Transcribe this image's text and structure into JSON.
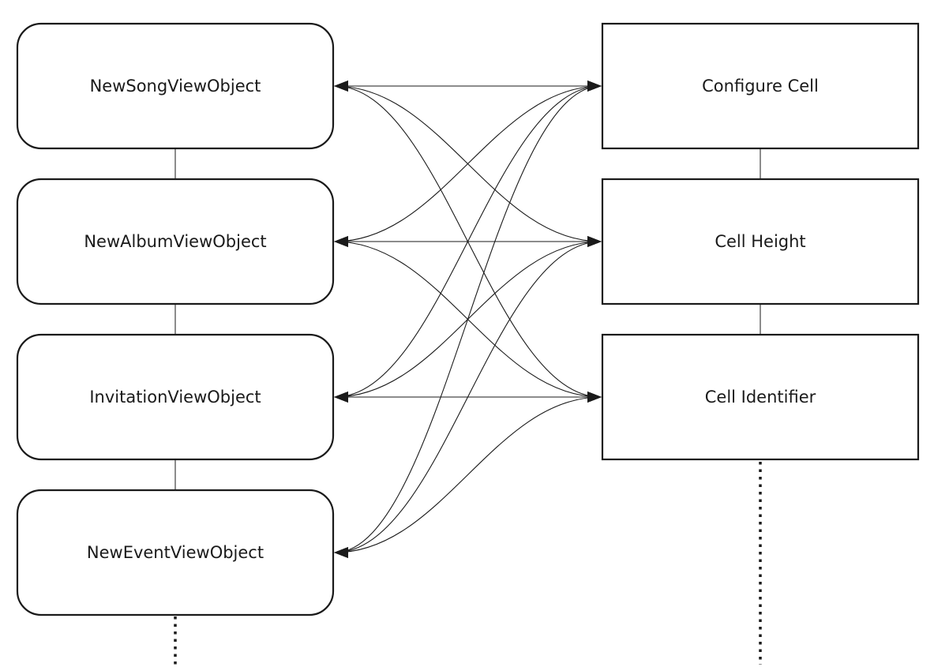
{
  "view_objects": [
    {
      "id": "new-song",
      "label": "NewSongViewObject"
    },
    {
      "id": "new-album",
      "label": "NewAlbumViewObject"
    },
    {
      "id": "invitation",
      "label": "InvitationViewObject"
    },
    {
      "id": "new-event",
      "label": "NewEventViewObject"
    }
  ],
  "cell_properties": [
    {
      "id": "configure-cell",
      "label": "Configure Cell"
    },
    {
      "id": "cell-height",
      "label": "Cell Height"
    },
    {
      "id": "cell-identifier",
      "label": "Cell Identifier"
    }
  ],
  "connections": "all-to-all-bidirectional",
  "left_list_continues": true,
  "right_list_continues": true
}
